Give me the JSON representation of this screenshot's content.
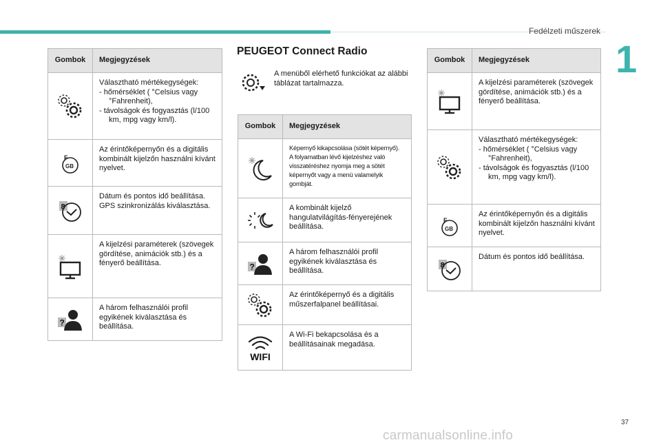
{
  "header": {
    "section_title": "Fedélzeti műszerek",
    "chapter_number": "1",
    "page_number": "37",
    "accent_color": "#3fb3ad"
  },
  "watermark": "carmanualsonline.info",
  "left_table": {
    "col_buttons": "Gombok",
    "col_notes": "Megjegyzések",
    "rows": [
      {
        "icon": "gear-pair-icon",
        "lines": [
          "Választható mértékegységek:"
        ],
        "items": [
          "-  hőmérséklet ( °Celsius vagy °Fahrenheit),",
          "-  távolságok és fogyasztás (l/100 km, mpg vagy km/l)."
        ]
      },
      {
        "icon": "language-flag-icon",
        "icon_text": [
          "F",
          "GB"
        ],
        "lines": [
          "Az érintőképernyőn és a digitális kombinált kijelzőn használni kívánt nyelvet."
        ]
      },
      {
        "icon": "date-time-icon",
        "icon_text": [
          "8"
        ],
        "lines": [
          "Dátum és pontos idő beállítása.",
          "GPS szinkronizálás kiválasztása."
        ]
      },
      {
        "icon": "display-settings-icon",
        "lines": [
          "A kijelzési paraméterek (szövegek gördítése, animációk stb.) és a fényerő beállítása."
        ]
      },
      {
        "icon": "user-profile-icon",
        "icon_text": [
          "?"
        ],
        "lines": [
          "A három felhasználói profil egyikének kiválasztása és beállítása."
        ]
      }
    ]
  },
  "middle": {
    "title": "PEUGEOT Connect Radio",
    "intro_icon": "settings-gear-icon",
    "intro_text": "A menüből elérhető funkciókat az alábbi táblázat tartalmazza.",
    "col_buttons": "Gombok",
    "col_notes": "Megjegyzések",
    "rows": [
      {
        "icon": "screen-off-icon",
        "small": true,
        "lines": [
          "Képernyő kikapcsolása (sötét képernyő).",
          "A folyamatban lévő kijelzéshez való visszatéréshez nyomja meg a sötét képernyőt vagy a menü valamelyik gombját."
        ]
      },
      {
        "icon": "day-night-icon",
        "lines": [
          "A kombinált kijelző hangulatvilágítás-fényerejének beállítása."
        ]
      },
      {
        "icon": "user-profile-icon",
        "icon_text": [
          "?"
        ],
        "lines": [
          "A három felhasználói profil egyikének kiválasztása és beállítása."
        ]
      },
      {
        "icon": "gear-pair-icon",
        "lines": [
          "Az érintőképernyő és a digitális műszerfalpanel beállításai."
        ]
      },
      {
        "icon": "wifi-icon",
        "icon_text": [
          "WIFI"
        ],
        "lines": [
          "A Wi-Fi bekapcsolása és a beállításainak megadása."
        ]
      }
    ]
  },
  "right_table": {
    "col_buttons": "Gombok",
    "col_notes": "Megjegyzések",
    "rows": [
      {
        "icon": "display-settings-icon",
        "lines": [
          "A kijelzési paraméterek (szövegek gördítése, animációk stb.) és a fényerő beállítása."
        ]
      },
      {
        "icon": "gear-pair-icon",
        "lines": [
          "Választható mértékegységek:"
        ],
        "items": [
          "-  hőmérséklet ( °Celsius vagy °Fahrenheit),",
          "-  távolságok és fogyasztás (l/100 km, mpg vagy km/l)."
        ]
      },
      {
        "icon": "language-flag-icon",
        "icon_text": [
          "F",
          "GB"
        ],
        "lines": [
          "Az érintőképernyőn és a digitális kombinált kijelzőn használni kívánt nyelvet."
        ]
      },
      {
        "icon": "date-time-icon",
        "icon_text": [
          "8"
        ],
        "lines": [
          "Dátum és pontos idő beállítása."
        ]
      }
    ]
  }
}
